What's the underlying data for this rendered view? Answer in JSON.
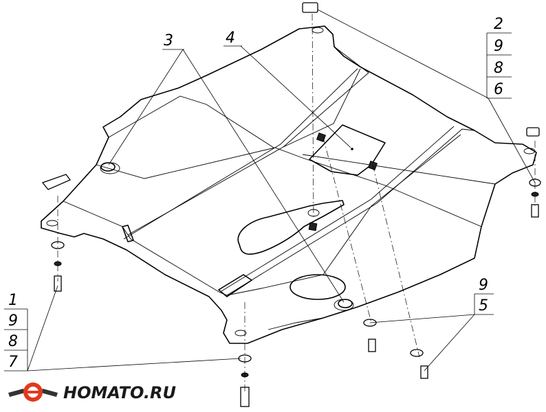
{
  "callouts": {
    "top_center_a": "3",
    "top_center_b": "4",
    "top_right_stack": [
      "2",
      "9",
      "8",
      "6"
    ],
    "left_stack": [
      "1",
      "9",
      "8",
      "7"
    ],
    "right_bottom_stack": [
      "9",
      "5"
    ]
  },
  "logo": {
    "text": "HOMATO.RU",
    "colors": {
      "ring": "#e03a1e",
      "wing": "#333333"
    }
  }
}
